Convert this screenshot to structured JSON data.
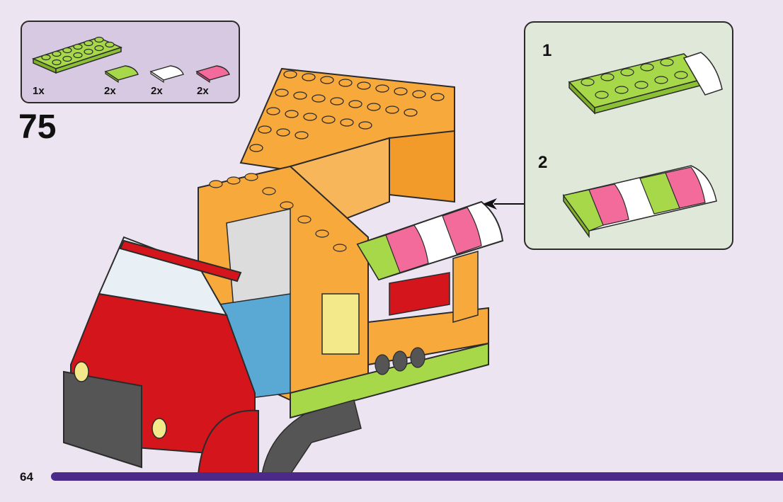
{
  "parts_list": [
    {
      "quantity": "1x",
      "icon": "lime-plate-2x6-icon",
      "color": "#a6d84a"
    },
    {
      "quantity": "2x",
      "icon": "lime-curved-slope-icon",
      "color": "#a6d84a"
    },
    {
      "quantity": "2x",
      "icon": "white-curved-slope-icon",
      "color": "#ffffff"
    },
    {
      "quantity": "2x",
      "icon": "pink-curved-slope-icon",
      "color": "#f26b9a"
    }
  ],
  "step_number": "75",
  "substeps": [
    "1",
    "2"
  ],
  "page_number": "64",
  "colors": {
    "background": "#ece4f1",
    "parts_box": "#d8c9e3",
    "substep_box": "#dfe8d9",
    "progress_bar": "#4b2a8a",
    "orange": "#f8a93c",
    "red": "#d4151c",
    "lime": "#a6d84a",
    "pink": "#f26b9a"
  }
}
